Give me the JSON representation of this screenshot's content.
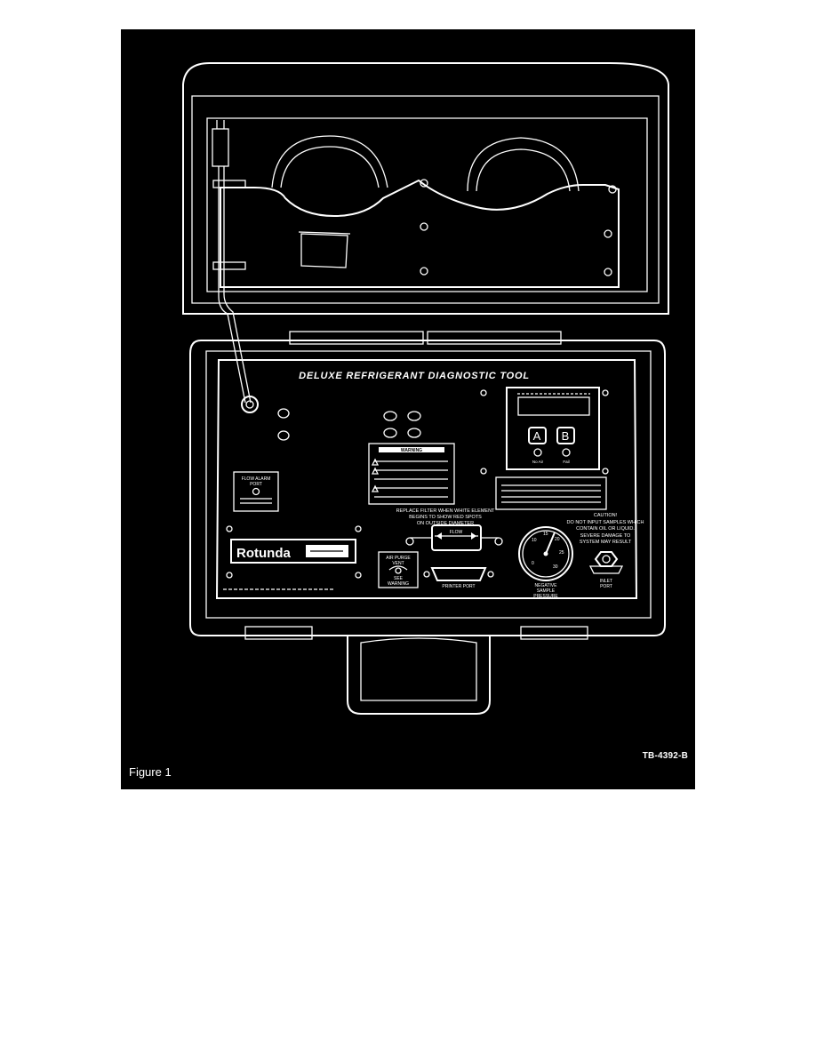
{
  "figure": {
    "caption": "Figure 1",
    "code": "TB-4392-B"
  },
  "tool": {
    "title": "DELUXE REFRIGERANT DIAGNOSTIC TOOL",
    "brand": "Rotunda",
    "flow_arrow": "FLOW",
    "filter_note_1": "REPLACE FILTER WHEN WHITE ELEMENT",
    "filter_note_2": "BEGINS TO SHOW RED SPOTS",
    "filter_note_3": "ON OUTSIDE DIAMETER",
    "flow_alarm_1": "FLOW ALARM",
    "flow_alarm_2": "PORT",
    "warning_label": "WARNING",
    "caution_1": "CAUTION!",
    "caution_2": "DO NOT INPUT SAMPLES WHICH",
    "caution_3": "CONTAIN OIL OR LIQUID.",
    "caution_4": "SEVERE DAMAGE TO",
    "caution_5": "SYSTEM MAY RESULT",
    "printer_port": "PRINTER PORT",
    "inlet_1": "INLET",
    "inlet_2": "PORT",
    "gauge_1": "NEGATIVE",
    "gauge_2": "SAMPLE",
    "gauge_3": "PRESSURE",
    "button_a": "A",
    "button_b": "B",
    "indicator_left": "No Air",
    "indicator_right": "Fail",
    "air_purge_1": "AIR PURGE",
    "air_purge_2": "VENT",
    "see_warning_1": "SEE",
    "see_warning_2": "WARNING",
    "gauge_ticks": [
      "0",
      "10",
      "15",
      "20",
      "25",
      "30"
    ]
  }
}
